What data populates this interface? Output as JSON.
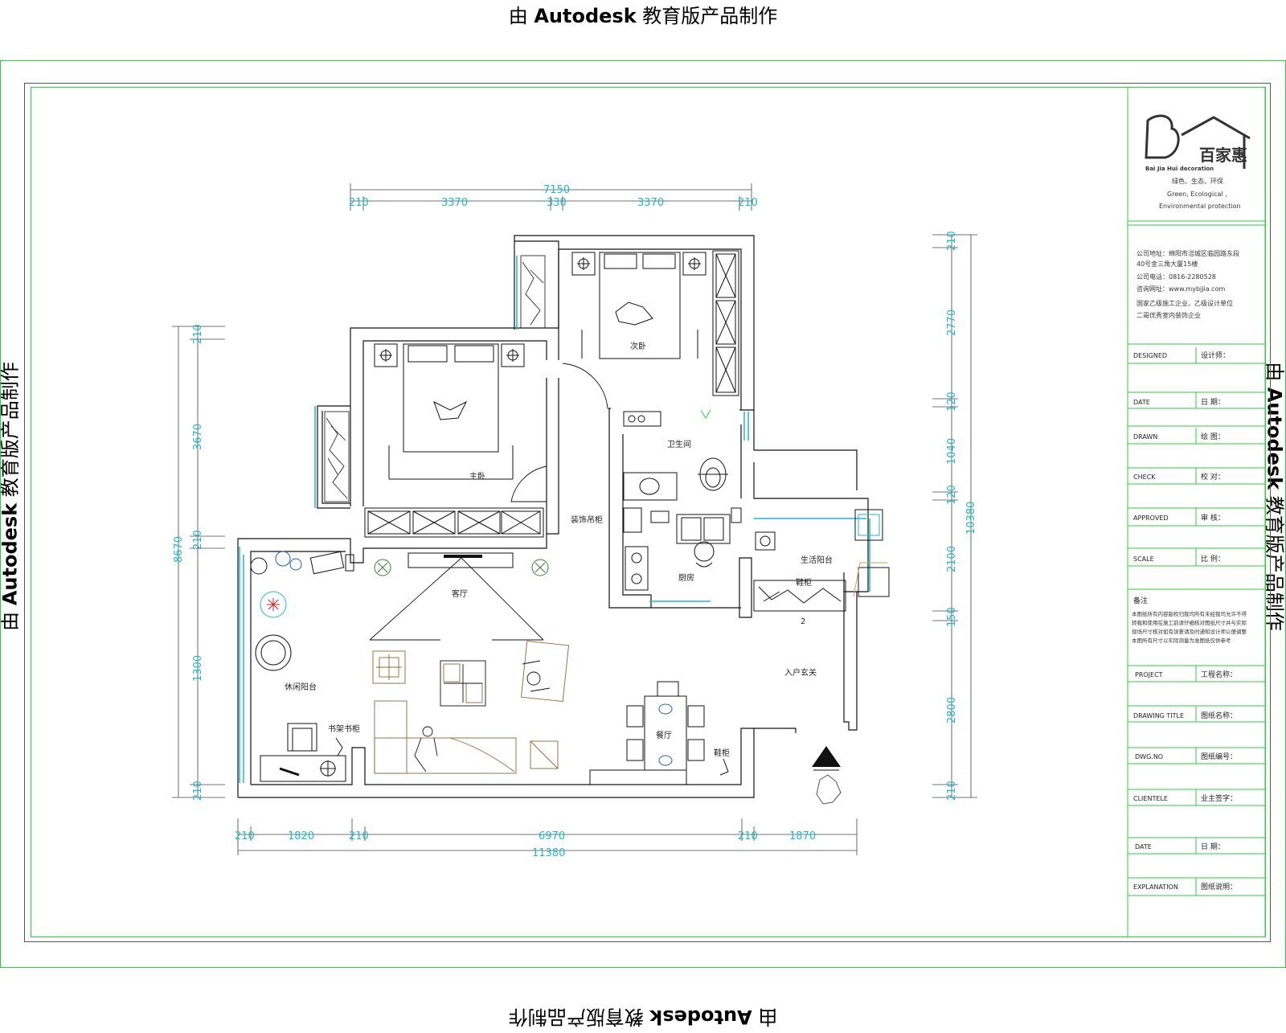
{
  "watermark": {
    "prefix": "由",
    "brand": "Autodesk",
    "suffix": "教育版产品制作"
  },
  "logo": {
    "name": "百家惠",
    "subtitle": "Bai Jia Hui decoration",
    "slogan_cn": "绿色、生态、环保",
    "slogan_en_1": "Green, Ecological ,",
    "slogan_en_2": "Environmental protection"
  },
  "company_info": {
    "line1": "公司地址：绵阳市涪城区临园路东段",
    "line2": "40号金三角大厦15楼",
    "line3": "公司电话：0816-2280528",
    "line4": "咨询网址：www.mybjjia.com",
    "line5": "国家乙级施工企业、乙级设计单位",
    "line6": "二哥优秀室内装饰企业"
  },
  "title_block": {
    "rows": [
      {
        "en": "DESIGNED",
        "cn": "设计师："
      },
      {
        "en": "DATE",
        "cn": "日    期："
      },
      {
        "en": "DRAWN",
        "cn": "绘    图："
      },
      {
        "en": "CHECK",
        "cn": "校    对："
      },
      {
        "en": "APPROVED",
        "cn": "审    核："
      },
      {
        "en": "SCALE",
        "cn": "比    例："
      }
    ],
    "note_label": "备注",
    "note_lines": [
      "本图纸所有内容版权归我司所有未经我司允许不得",
      "转载和使用在施工前请仔细核对图纸尺寸并与实际",
      "现场尺寸核对如有误差请及时通知设计师以便调整",
      "本图所有尺寸以实际测量为准图纸仅供参考"
    ],
    "rows2": [
      {
        "en": "PROJECT",
        "cn": "工程名称："
      },
      {
        "en": "DRAWING TITLE",
        "cn": "图纸名称："
      },
      {
        "en": "DWG.NO",
        "cn": "图纸编号："
      },
      {
        "en": "CLIENTELE",
        "cn": "业主签字："
      },
      {
        "en": "DATE",
        "cn": "日    期："
      },
      {
        "en": "EXPLANATION",
        "cn": "图纸说明："
      }
    ]
  },
  "rooms": {
    "master_bedroom": "主卧",
    "second_bedroom": "次卧",
    "bathroom": "卫生间",
    "kitchen": "厨房",
    "living_room": "客厅",
    "dining_room": "餐厅",
    "leisure_balcony": "休闲阳台",
    "laundry_balcony": "生活阳台",
    "entrance": "入户玄关",
    "shoe_cabinet": "鞋柜",
    "display_cabinet": "装饰吊柜",
    "book_shelf": "书架书柜",
    "tv_cabinet": "鞋柜",
    "cabinet_label": "2"
  },
  "dimensions": {
    "top_total": "7150",
    "top_segments": [
      "210",
      "3370",
      "330",
      "3370",
      "210"
    ],
    "bottom_total": "11380",
    "bottom_segments": [
      "210",
      "1820",
      "210",
      "6970",
      "210",
      "1870"
    ],
    "left_total": "8670",
    "left_segments": [
      "210",
      "3670",
      "210",
      "1300",
      "210"
    ],
    "right_total": "10380",
    "right_segments": [
      "210",
      "2770",
      "120",
      "1040",
      "120",
      "2100",
      "150",
      "2800",
      "210"
    ]
  }
}
